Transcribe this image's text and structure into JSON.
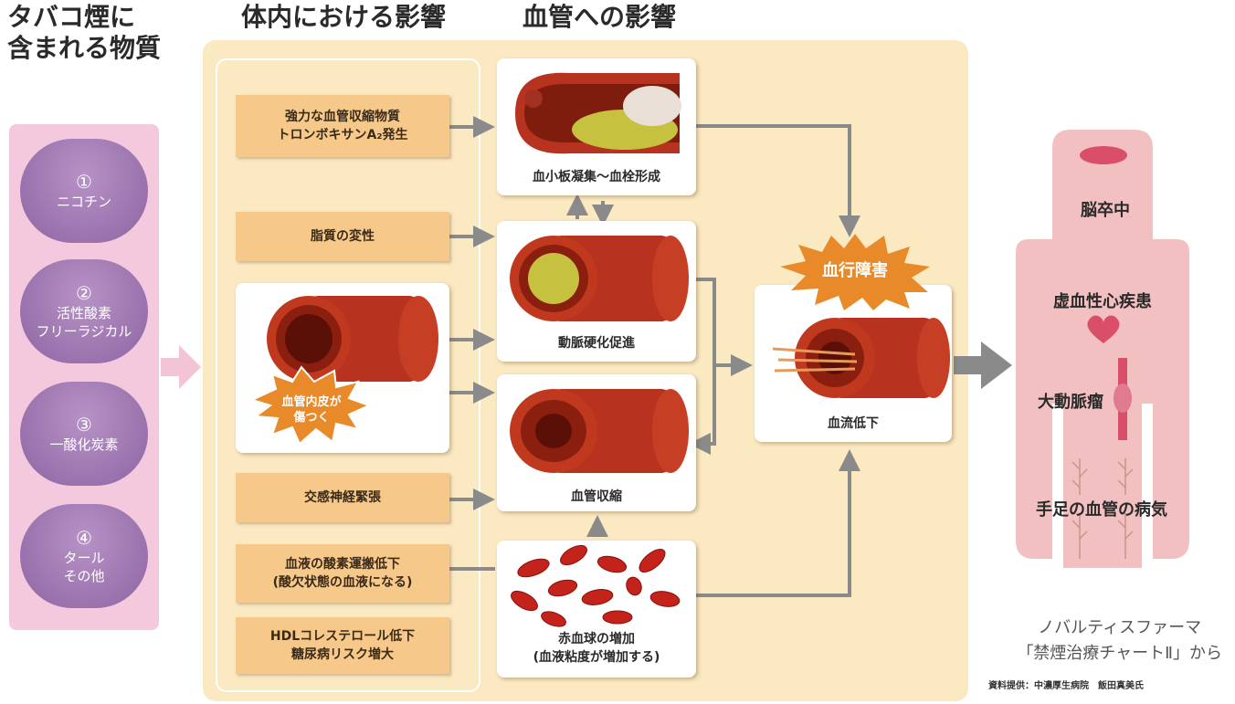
{
  "headings": {
    "substances_line1": "タバコ煙に",
    "substances_line2": "含まれる物質",
    "body_effects": "体内における影響",
    "vessel_effects": "血管への影響"
  },
  "substances": [
    {
      "num": "①",
      "label": "ニコチン"
    },
    {
      "num": "②",
      "label": "活性酸素\nフリーラジカル"
    },
    {
      "num": "③",
      "label": "一酸化炭素"
    },
    {
      "num": "④",
      "label": "タール\nその他"
    }
  ],
  "effects": {
    "thromboxane": "強力な血管収縮物質\nトロンボキサンA₂発生",
    "lipid": "脂質の変性",
    "endothelium_burst": "血管内皮が\n傷つく",
    "sympathetic": "交感神経緊張",
    "oxygen": "血液の酸素運搬低下\n(酸欠状態の血液になる)",
    "hdl": "HDLコレステロール低下\n糖尿病リスク増大"
  },
  "vessel": {
    "platelet": "血小板凝集～血栓形成",
    "arterio": "動脈硬化促進",
    "constriction": "血管収縮",
    "rbc": "赤血球の増加\n(血液粘度が増加する)",
    "flow_burst": "血行障害",
    "flow_down": "血流低下"
  },
  "diseases": {
    "stroke": "脳卒中",
    "ischemic": "虚血性心疾患",
    "aneurysm": "大動脈瘤",
    "limb": "手足の血管の病気"
  },
  "source": {
    "line1": "ノバルティスファーマ",
    "line2": "「禁煙治療チャートⅡ」から"
  },
  "credit": "資料提供：中濃厚生病院　飯田真美氏",
  "colors": {
    "panel": "#fbe9c2",
    "effect_box": "#f6c98a",
    "substance_oval": "#9a72ad",
    "substance_panel": "#f4c9dd",
    "vessel_red": "#b8331f",
    "burst": "#e88a2a",
    "arrow": "#8a8a8a"
  }
}
